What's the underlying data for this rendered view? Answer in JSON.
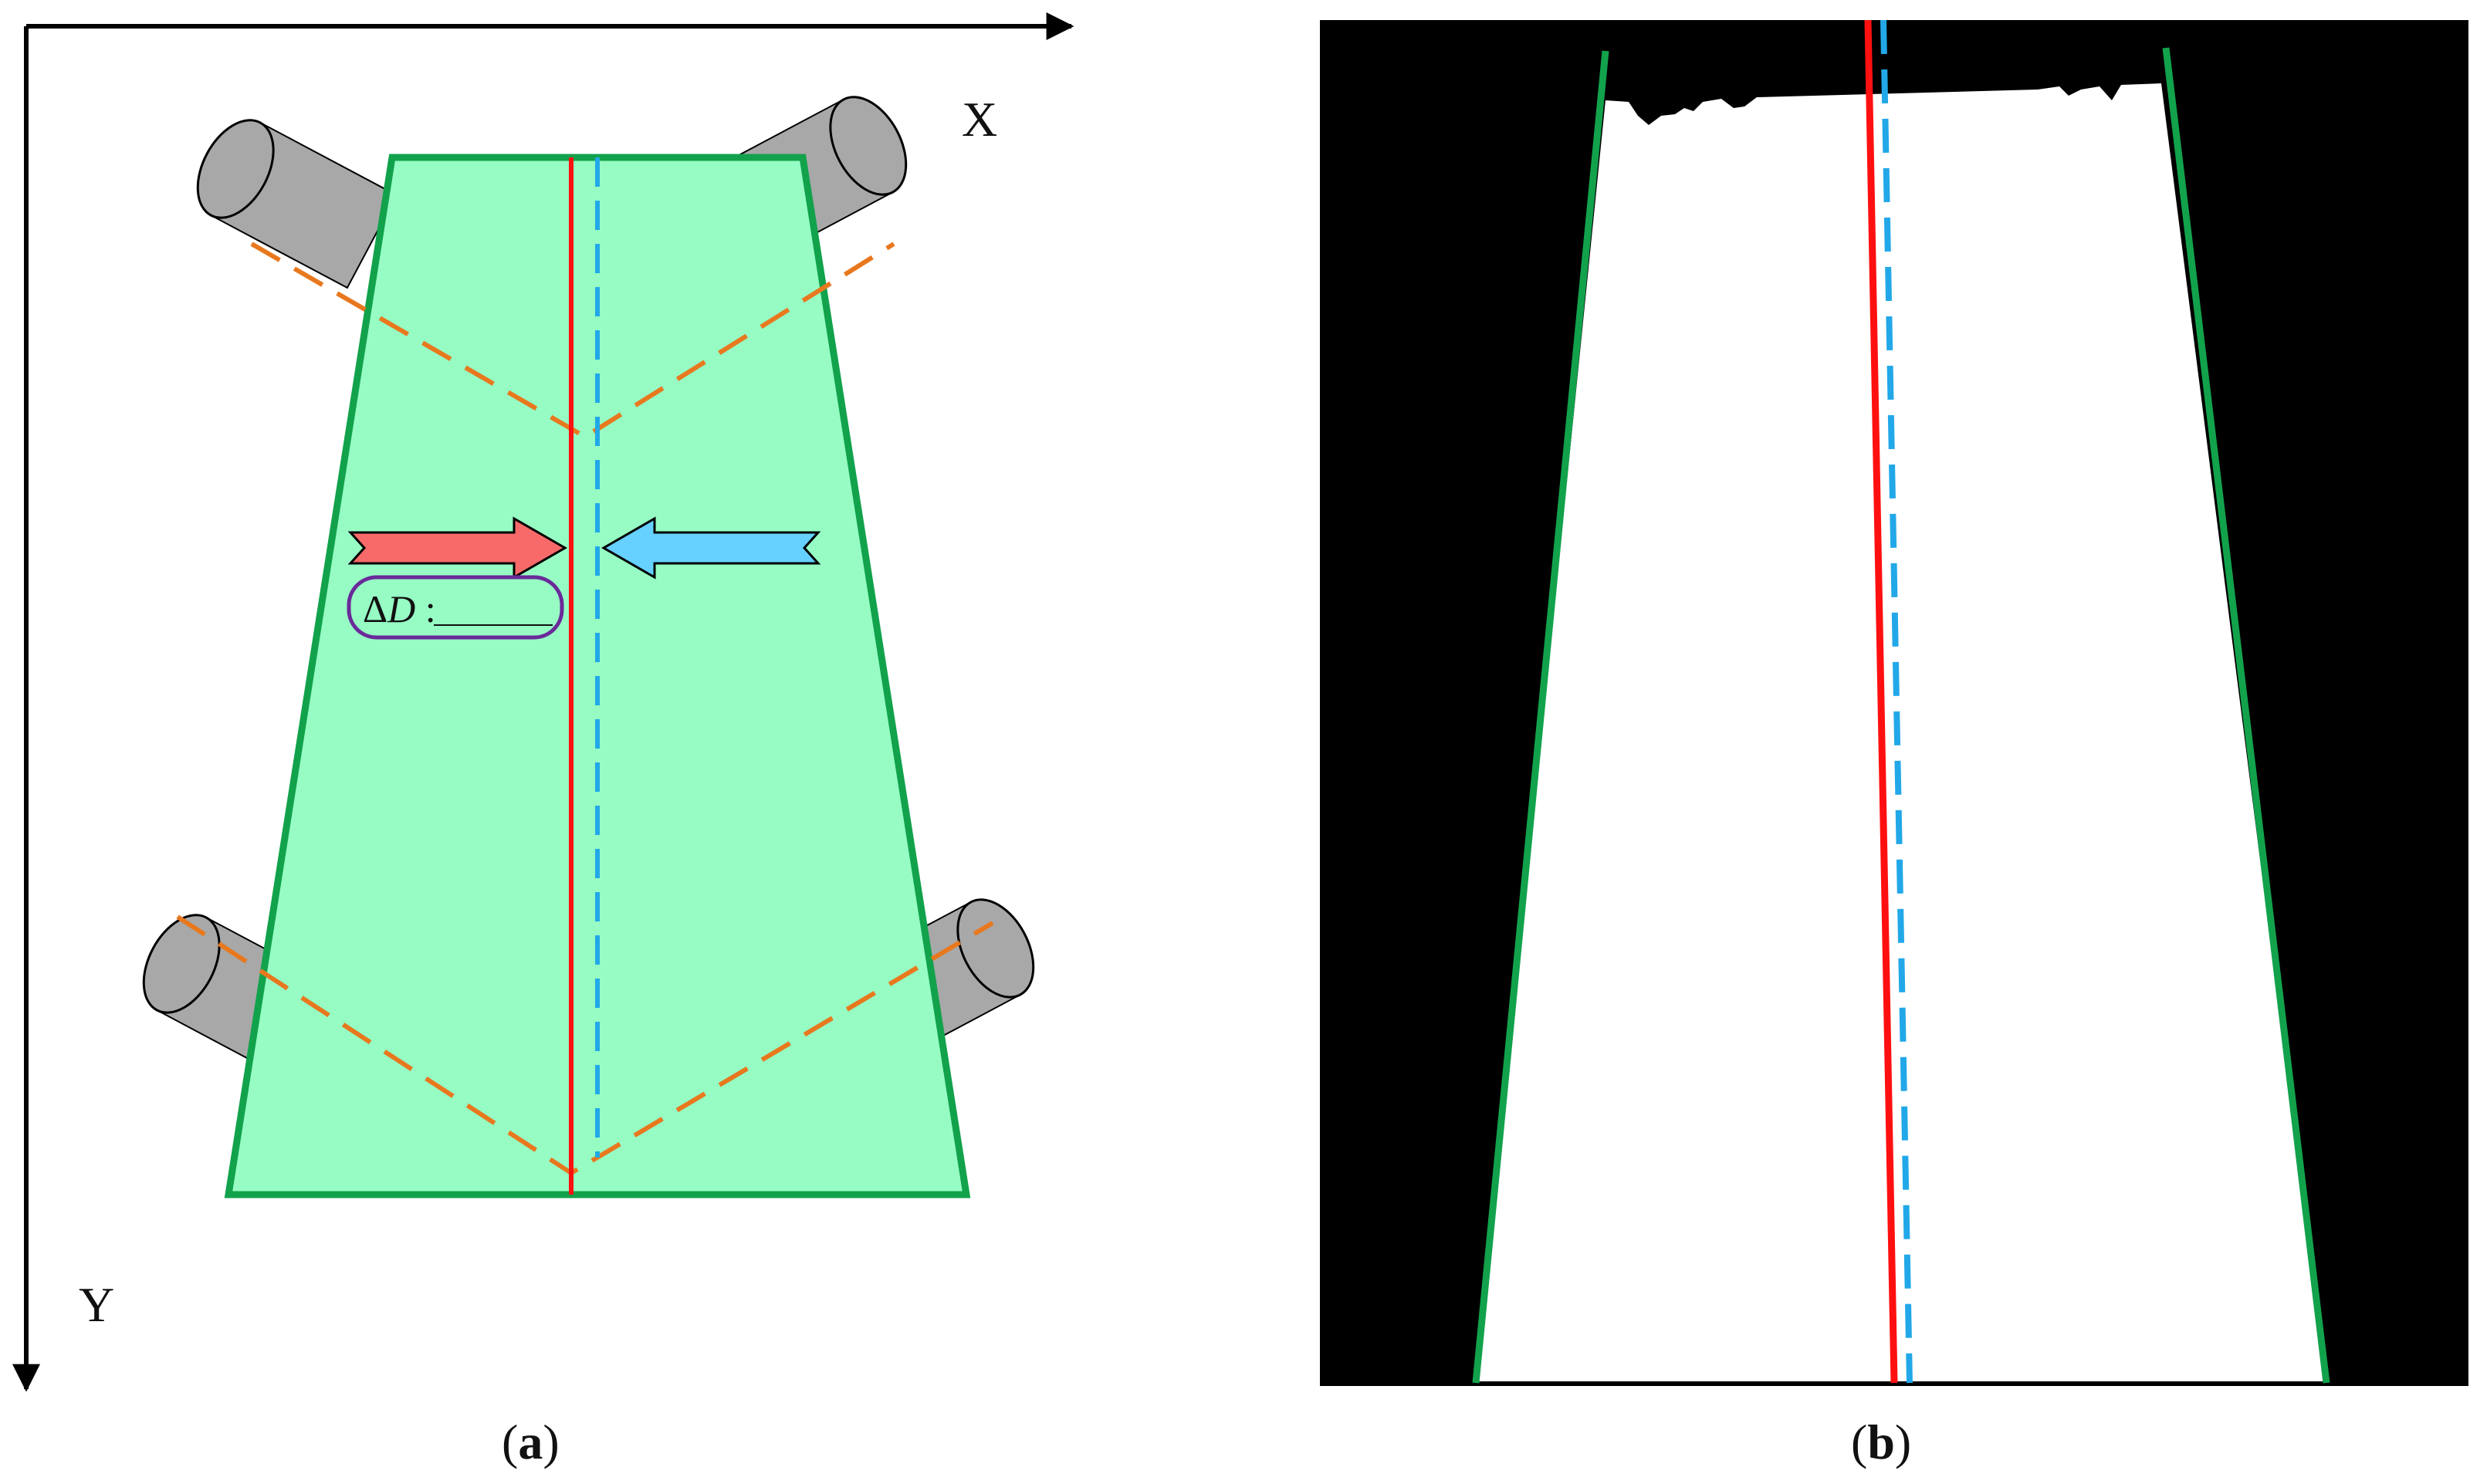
{
  "panel_a": {
    "axis_x_label": "X",
    "axis_y_label": "Y",
    "delta_prefix": "Δ",
    "delta_var": "D",
    "delta_suffix": " :",
    "caption_open": "(",
    "caption_letter": "a",
    "caption_close": ")"
  },
  "panel_b": {
    "caption_open": "(",
    "caption_letter": "b",
    "caption_close": ")"
  },
  "colors": {
    "mold_fill": "#96fcc4",
    "mold_edge": "#12a24c",
    "red_line": "#ff1010",
    "blue_dashed_line": "#22a8e8",
    "orange_dashed_line": "#e8781e",
    "camera_gray": "#a8a8a8",
    "red_arrow": "#f86a6a",
    "blue_arrow": "#66d0ff",
    "label_box_border": "#6a2a9a",
    "mask_background": "#000000",
    "mask_foreground": "#ffffff"
  },
  "icons": {
    "camera": "camera-icon",
    "right_arrow": "arrow-right-icon",
    "left_arrow": "arrow-left-icon"
  }
}
